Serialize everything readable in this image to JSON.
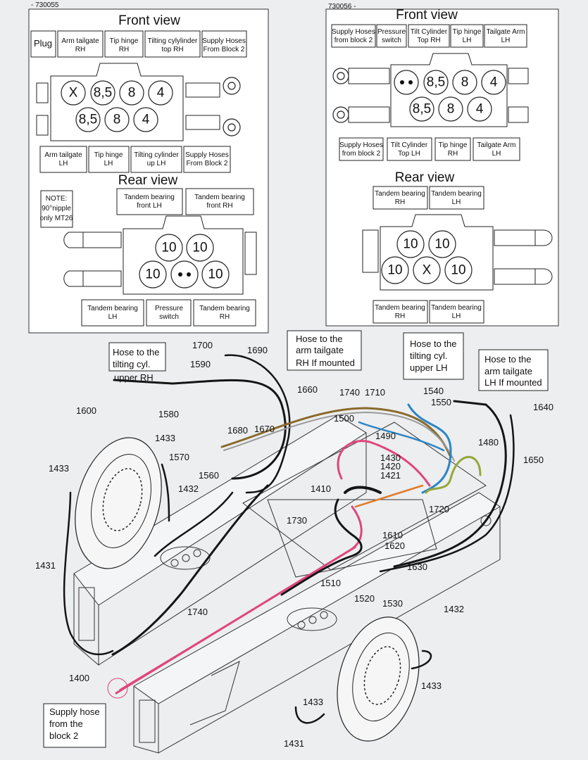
{
  "panel_left": {
    "id": "- 730055",
    "front_title": "Front view",
    "rear_title": "Rear view",
    "front_top_labels": [
      "Plug",
      "Arm tailgate RH",
      "Tip hinge RH",
      "Tilting cylylinder top RH",
      "Supply Hoses From Block 2"
    ],
    "front_bottom_labels": [
      "Arm tailgate LH",
      "Tip hinge LH",
      "Tilting cylinder up LH",
      "Supply Hoses From Block 2"
    ],
    "front_ports_top": [
      "X",
      "8,5",
      "8",
      "4"
    ],
    "front_ports_bottom": [
      "8,5",
      "8",
      "4"
    ],
    "note": [
      "NOTE:",
      "90°nipple",
      "only MT26"
    ],
    "rear_top_labels": [
      "Tandem bearing front LH",
      "Tandem bearing front RH"
    ],
    "rear_bottom_labels": [
      "Tandem bearing LH",
      "Pressure switch",
      "Tandem bearing RH"
    ],
    "rear_ports_top": [
      "10",
      "10"
    ],
    "rear_ports_bottom": [
      "10",
      "10"
    ]
  },
  "panel_right": {
    "id": "730056 -",
    "front_title": "Front view",
    "rear_title": "Rear view",
    "front_top_labels": [
      "Supply Hoses from block 2",
      "Pressure switch",
      "Tilt Cylinder Top RH",
      "Tip hinge LH",
      "Tailgate Arm LH"
    ],
    "front_bottom_labels": [
      "Supply Hoses from block 2",
      "Tilt Cylinder Top LH",
      "Tip hinge RH",
      "Tailgate Arm LH"
    ],
    "front_ports_top": [
      "8,5",
      "8",
      "4"
    ],
    "front_ports_bottom": [
      "8,5",
      "8",
      "4"
    ],
    "rear_top_labels": [
      "Tandem bearing RH",
      "Tandem bearing LH"
    ],
    "rear_bottom_labels": [
      "Tandem bearing RH",
      "Tandem bearing LH"
    ],
    "rear_ports_top": [
      "10",
      "10"
    ],
    "rear_ports_bottom": [
      "10",
      "X",
      "10"
    ]
  },
  "callouts": [
    {
      "lines": [
        "Hose to the",
        "tilting cyl.",
        "upper  RH"
      ]
    },
    {
      "lines": [
        "Hose to the",
        "arm tailgate",
        "RH If mounted"
      ]
    },
    {
      "lines": [
        "Hose to the",
        "tilting cyl.",
        "upper  LH"
      ]
    },
    {
      "lines": [
        "Hose to the",
        "arm tailgate",
        "LH If mounted"
      ]
    },
    {
      "lines": [
        "Supply hose",
        "from the",
        "block 2"
      ]
    }
  ],
  "part_numbers": [
    "1700",
    "1690",
    "1590",
    "1600",
    "1660",
    "1740",
    "1710",
    "1540",
    "1550",
    "1640",
    "1650",
    "1580",
    "1680",
    "1670",
    "1500",
    "1490",
    "1480",
    "1570",
    "1560",
    "1433",
    "1430",
    "1420",
    "1421",
    "1433",
    "1410",
    "1432",
    "1720",
    "1730",
    "1610",
    "1620",
    "1630",
    "1431",
    "1510",
    "1520",
    "1530",
    "1740",
    "1432",
    "1400",
    "1433",
    "1433",
    "1431"
  ],
  "hose_colors": {
    "black": "#151515",
    "pink": "#e0457a",
    "blue": "#2c84c4",
    "olive": "#96a63a",
    "brown": "#8a6a2a",
    "gray": "#9a9a9a",
    "orange": "#e07a28"
  }
}
